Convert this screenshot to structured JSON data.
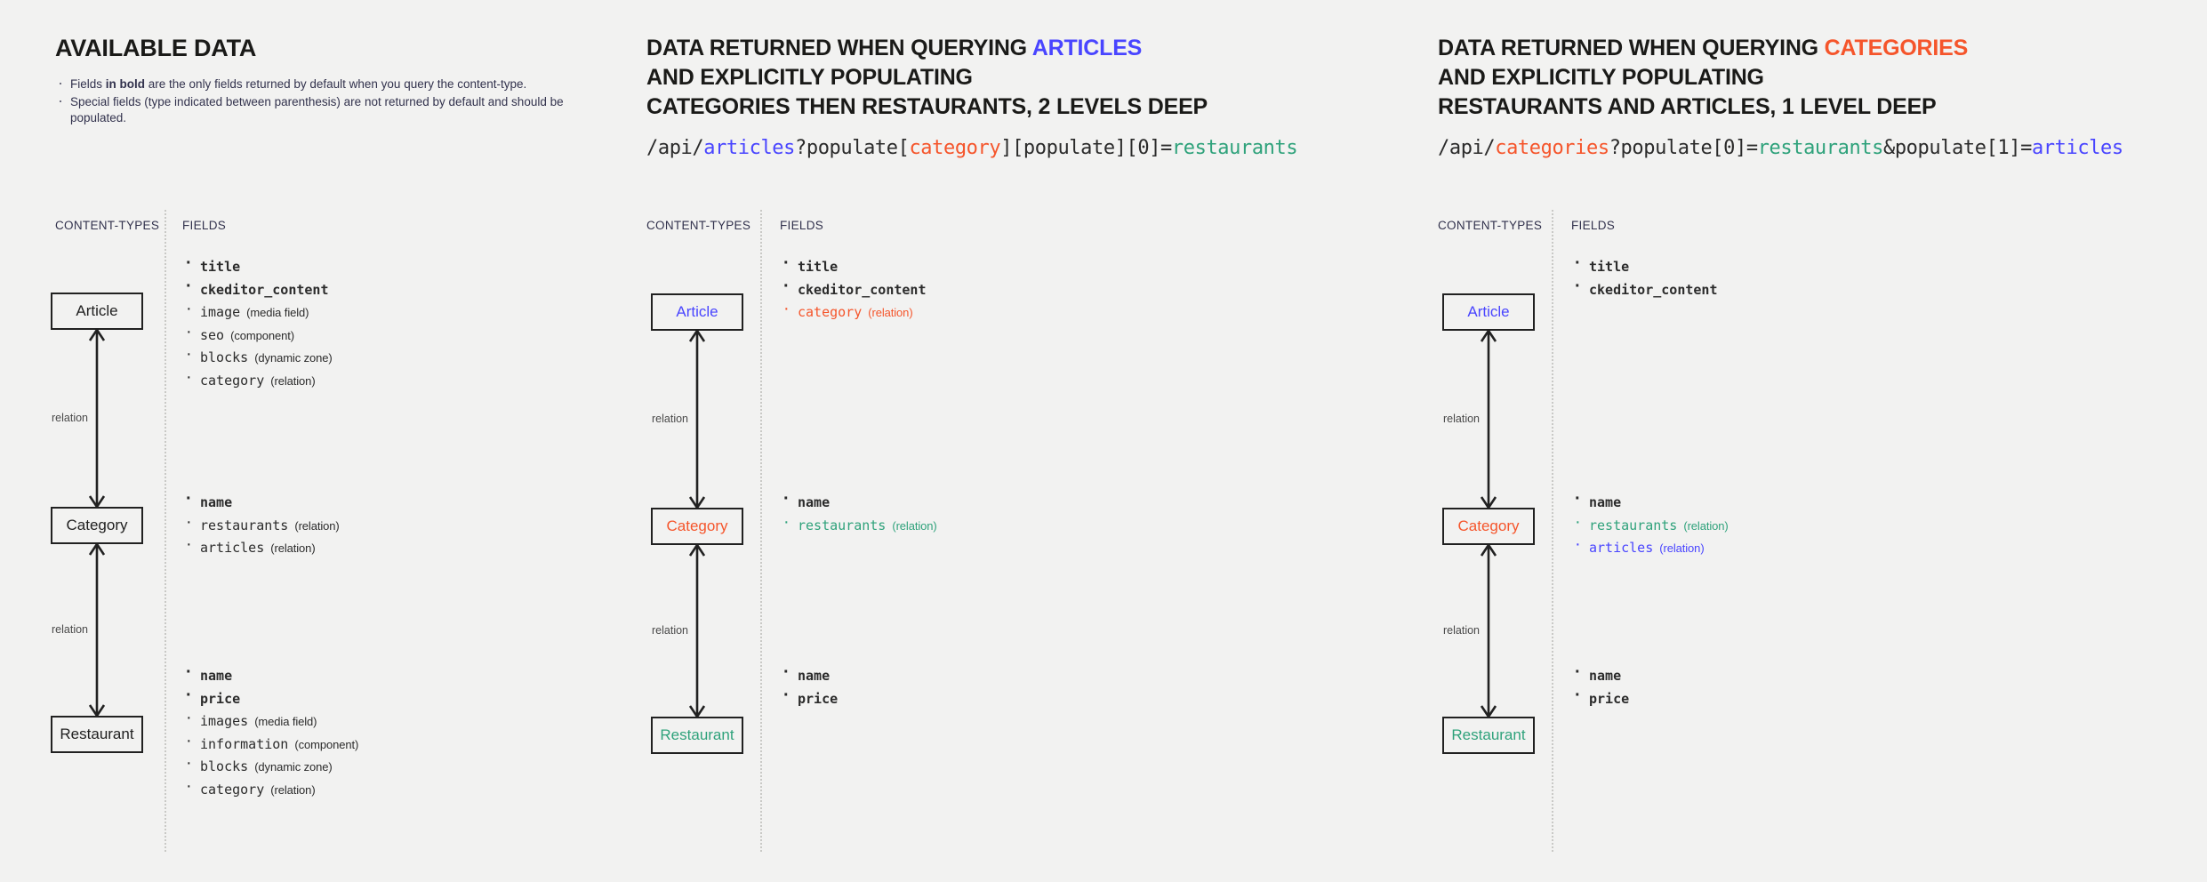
{
  "colors": {
    "background": "#F2F2F1",
    "ink": "#212121",
    "blue": "#4945FF",
    "red": "#F5552B",
    "green": "#2FA27B"
  },
  "columns": [
    {
      "id": "available-data",
      "heading": {
        "prefix": "AVAILABLE DATA",
        "accent": "",
        "accent_color": "",
        "lines": []
      },
      "notes": [
        {
          "pre": "Fields ",
          "strong": "in bold",
          "post": " are the only fields returned by default when you query the content-type."
        },
        {
          "pre": "Special fields (type indicated between parenthesis) are not returned by default and should be populated.",
          "strong": "",
          "post": ""
        }
      ],
      "url": null,
      "labels": {
        "content_types": "CONTENT-TYPES",
        "fields": "FIELDS"
      },
      "relation_label": "relation",
      "nodes": [
        {
          "name": "Article",
          "color": "ink"
        },
        {
          "name": "Category",
          "color": "ink"
        },
        {
          "name": "Restaurant",
          "color": "ink"
        }
      ],
      "fieldgroups": [
        [
          {
            "name": "title",
            "type": "",
            "bold": true,
            "color": ""
          },
          {
            "name": "ckeditor_content",
            "type": "",
            "bold": true,
            "color": ""
          },
          {
            "name": "image",
            "type": "(media field)",
            "bold": false,
            "color": ""
          },
          {
            "name": "seo",
            "type": "(component)",
            "bold": false,
            "color": ""
          },
          {
            "name": "blocks",
            "type": "(dynamic zone)",
            "bold": false,
            "color": ""
          },
          {
            "name": "category",
            "type": "(relation)",
            "bold": false,
            "color": ""
          }
        ],
        [
          {
            "name": "name",
            "type": "",
            "bold": true,
            "color": ""
          },
          {
            "name": "restaurants",
            "type": "(relation)",
            "bold": false,
            "color": ""
          },
          {
            "name": "articles",
            "type": "(relation)",
            "bold": false,
            "color": ""
          }
        ],
        [
          {
            "name": "name",
            "type": "",
            "bold": true,
            "color": ""
          },
          {
            "name": "price",
            "type": "",
            "bold": true,
            "color": ""
          },
          {
            "name": "images",
            "type": "(media field)",
            "bold": false,
            "color": ""
          },
          {
            "name": "information",
            "type": "(component)",
            "bold": false,
            "color": ""
          },
          {
            "name": "blocks",
            "type": "(dynamic zone)",
            "bold": false,
            "color": ""
          },
          {
            "name": "category",
            "type": "(relation)",
            "bold": false,
            "color": ""
          }
        ]
      ]
    },
    {
      "id": "query-articles",
      "heading": {
        "prefix": "DATA RETURNED WHEN QUERYING ",
        "accent": "ARTICLES",
        "accent_color": "blue",
        "lines": [
          "AND EXPLICITLY POPULATING",
          "CATEGORIES THEN RESTAURANTS, 2 LEVELS DEEP"
        ]
      },
      "notes": [],
      "url": [
        {
          "t": "/api/",
          "c": ""
        },
        {
          "t": "articles",
          "c": "blue"
        },
        {
          "t": "?populate[",
          "c": ""
        },
        {
          "t": "category",
          "c": "red"
        },
        {
          "t": "][populate][0]=",
          "c": ""
        },
        {
          "t": "restaurants",
          "c": "green"
        }
      ],
      "labels": {
        "content_types": "CONTENT-TYPES",
        "fields": "FIELDS"
      },
      "relation_label": "relation",
      "nodes": [
        {
          "name": "Article",
          "color": "blue"
        },
        {
          "name": "Category",
          "color": "red"
        },
        {
          "name": "Restaurant",
          "color": "green"
        }
      ],
      "fieldgroups": [
        [
          {
            "name": "title",
            "type": "",
            "bold": true,
            "color": ""
          },
          {
            "name": "ckeditor_content",
            "type": "",
            "bold": true,
            "color": ""
          },
          {
            "name": "category",
            "type": "(relation)",
            "bold": false,
            "color": "red"
          }
        ],
        [
          {
            "name": "name",
            "type": "",
            "bold": true,
            "color": ""
          },
          {
            "name": "restaurants",
            "type": "(relation)",
            "bold": false,
            "color": "green"
          }
        ],
        [
          {
            "name": "name",
            "type": "",
            "bold": true,
            "color": ""
          },
          {
            "name": "price",
            "type": "",
            "bold": true,
            "color": ""
          }
        ]
      ]
    },
    {
      "id": "query-categories",
      "heading": {
        "prefix": "DATA RETURNED WHEN QUERYING ",
        "accent": "CATEGORIES",
        "accent_color": "red",
        "lines": [
          "AND EXPLICITLY POPULATING",
          "RESTAURANTS AND ARTICLES, 1 LEVEL DEEP"
        ]
      },
      "notes": [],
      "url": [
        {
          "t": "/api/",
          "c": ""
        },
        {
          "t": "categories",
          "c": "red"
        },
        {
          "t": "?populate[0]=",
          "c": ""
        },
        {
          "t": "restaurants",
          "c": "green"
        },
        {
          "t": "&populate[1]=",
          "c": ""
        },
        {
          "t": "articles",
          "c": "blue"
        }
      ],
      "labels": {
        "content_types": "CONTENT-TYPES",
        "fields": "FIELDS"
      },
      "relation_label": "relation",
      "nodes": [
        {
          "name": "Article",
          "color": "blue"
        },
        {
          "name": "Category",
          "color": "red"
        },
        {
          "name": "Restaurant",
          "color": "green"
        }
      ],
      "fieldgroups": [
        [
          {
            "name": "title",
            "type": "",
            "bold": true,
            "color": ""
          },
          {
            "name": "ckeditor_content",
            "type": "",
            "bold": true,
            "color": ""
          }
        ],
        [
          {
            "name": "name",
            "type": "",
            "bold": true,
            "color": ""
          },
          {
            "name": "restaurants",
            "type": "(relation)",
            "bold": false,
            "color": "green"
          },
          {
            "name": "articles",
            "type": "(relation)",
            "bold": false,
            "color": "blue"
          }
        ],
        [
          {
            "name": "name",
            "type": "",
            "bold": true,
            "color": ""
          },
          {
            "name": "price",
            "type": "",
            "bold": true,
            "color": ""
          }
        ]
      ]
    }
  ]
}
